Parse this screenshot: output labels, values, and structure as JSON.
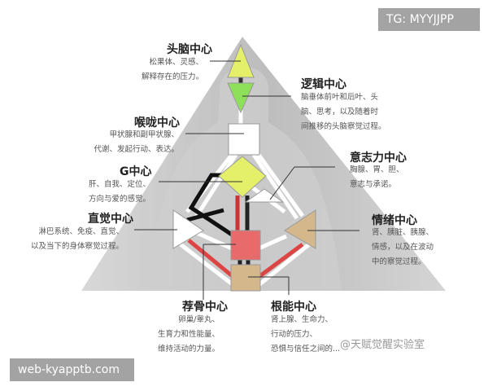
{
  "badges": {
    "top": "TG: MYYJJPP",
    "bottom": "web-kyapptb.com"
  },
  "watermark": "@天赋觉醒实验室",
  "centers": {
    "head": {
      "title": "头脑中心",
      "desc": [
        "松果体、灵感、",
        "解释存在的压力。"
      ],
      "color": "#e4f06a"
    },
    "ajna": {
      "title": "逻辑中心",
      "desc": [
        "脑垂体前叶和后叶、头",
        "脑、思考，以及随着时",
        "间推移的头脑察觉过程。"
      ],
      "color": "#8ee05a"
    },
    "throat": {
      "title": "喉咙中心",
      "desc": [
        "甲状腺和副甲状腺、",
        "代谢、发起行动、表达。"
      ],
      "color": "#ffffff"
    },
    "will": {
      "title": "意志力中心",
      "desc": [
        "胸腺、胃、胆、",
        "意志与承诺。"
      ],
      "color": "#ffffff"
    },
    "g": {
      "title": "G中心",
      "desc": [
        "肝、自我、定位、",
        "方向与爱的感觉。"
      ],
      "color": "#e4f06a"
    },
    "spleen": {
      "title": "直觉中心",
      "desc": [
        "淋巴系统、免疫、直觉、",
        "以及当下的身体察觉过程。"
      ],
      "color": "#ffffff"
    },
    "solar": {
      "title": "情绪中心",
      "desc": [
        "肾、胰脏、胰腺、",
        "情感，以及在波动",
        "中的察觉过程。"
      ],
      "color": "#d4b88c"
    },
    "sacral": {
      "title": "荐骨中心",
      "desc": [
        "卵巢/睾丸、",
        "生育力和性能量、",
        "维持活动的力量。"
      ],
      "color": "#e86a6a"
    },
    "root": {
      "title": "根能中心",
      "desc": [
        "肾上腺、生命力、",
        "行动的压力、",
        "恐惧与信任之间的..."
      ],
      "color": "#d4b88c"
    }
  }
}
